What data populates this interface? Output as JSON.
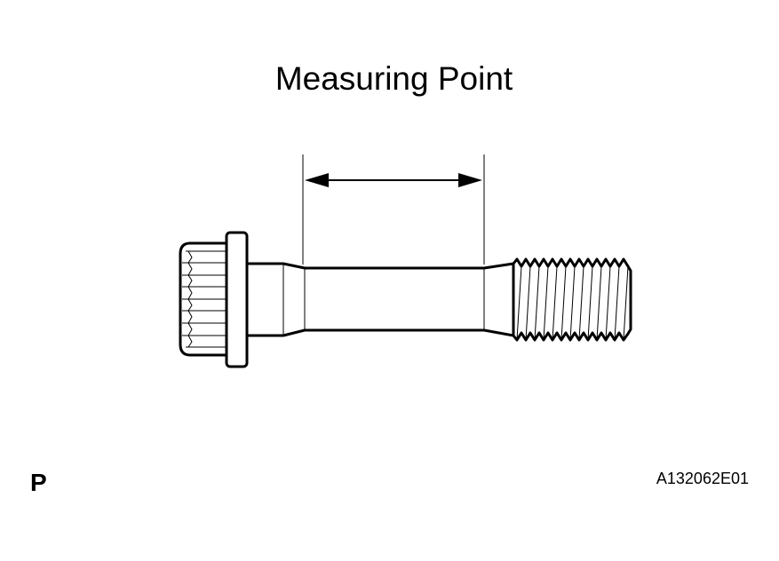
{
  "title": "Measuring Point",
  "corner_letter": "P",
  "figure_code": "A132062E01",
  "icons": {
    "bolt": "bolt-icon",
    "dimension_arrow": "double-arrow-icon"
  },
  "colors": {
    "line": "#000000",
    "background": "#ffffff"
  }
}
